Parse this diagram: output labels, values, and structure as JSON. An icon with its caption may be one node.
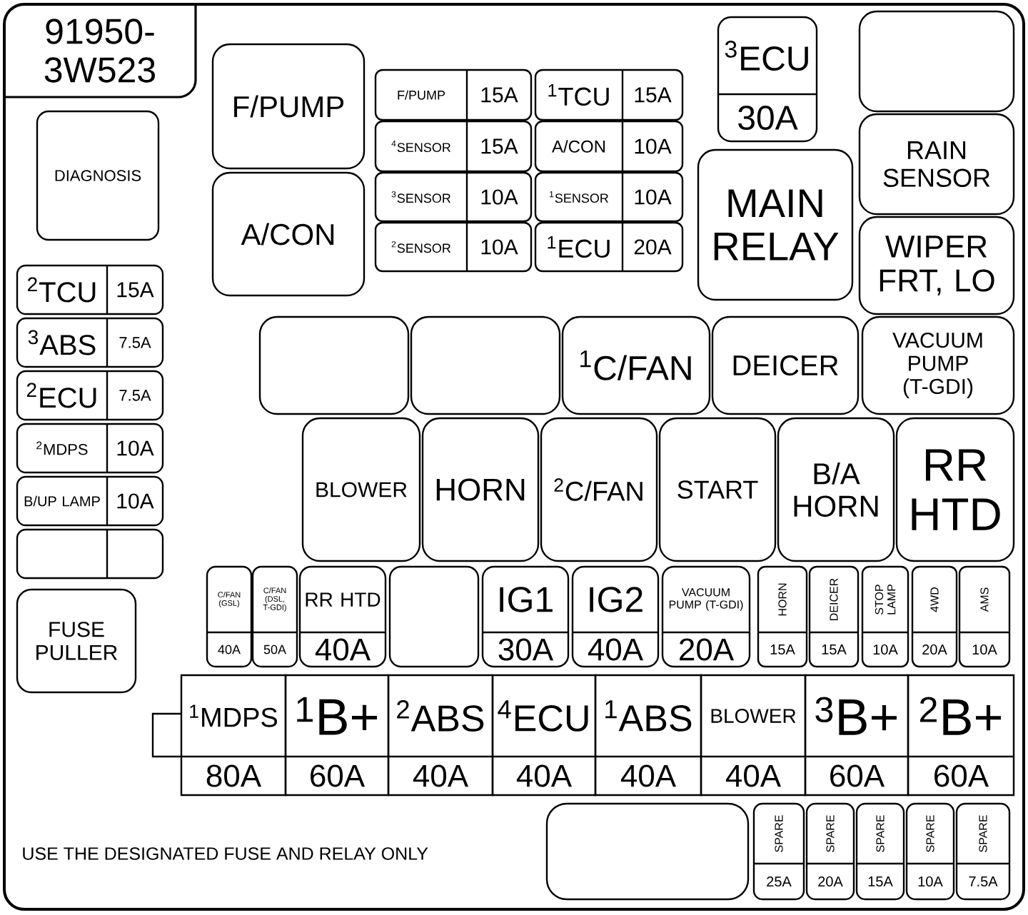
{
  "diagram": {
    "nodes": [
      {
        "text": [],
        "shape": "box"
      },
      {
        "text": [
          "91950-3W523"
        ],
        "in": 0
      },
      {
        "text": [
          "DIAGNOSIS"
        ],
        "in": 0
      },
      {
        "text": [
          "$^{2}$TCU",
          "15A"
        ],
        "in": 0
      },
      {
        "text": [
          "$^{3}$ABS",
          "7.5A"
        ],
        "in": 0
      },
      {
        "text": [
          "$^{2}$ECU",
          "7.5A"
        ],
        "in": 0
      },
      {
        "text": [
          "$^{2}$MDPS",
          "10A"
        ],
        "in": 0
      },
      {
        "text": [
          "B/UP LAMP",
          "10A"
        ],
        "in": 0
      },
      {
        "text": [],
        "shape": "box",
        "in": 0
      },
      {
        "text": [
          "FUSE PULLER"
        ],
        "in": 0
      },
      {
        "text": [
          "F/PUMP"
        ],
        "in": 0
      },
      {
        "text": [
          "A/CON"
        ],
        "in": 0
      },
      {
        "text": [
          "F/PUMP",
          "15A"
        ],
        "in": 0
      },
      {
        "text": [
          "$^{1}$TCU",
          "15A"
        ],
        "in": 0
      },
      {
        "text": [
          "$^{4}$SENSOR",
          "15A"
        ],
        "in": 0
      },
      {
        "text": [
          "A/CON",
          "10A"
        ],
        "in": 0
      },
      {
        "text": [
          "$^{3}$SENSOR",
          "10A"
        ],
        "in": 0
      },
      {
        "text": [
          "$^{1}$SENSOR",
          "10A"
        ],
        "in": 0
      },
      {
        "text": [
          "$^{2}$SENSOR",
          "10A"
        ],
        "in": 0
      },
      {
        "text": [
          "$^{1}$ECU",
          "20A"
        ],
        "in": 0
      },
      {
        "text": [
          "$^{3}$ECU",
          "30A"
        ],
        "in": 0
      },
      {
        "text": [],
        "shape": "box",
        "in": 0
      },
      {
        "text": [
          "MAIN RELAY"
        ],
        "in": 0
      },
      {
        "text": [
          "RAIN SENSOR"
        ],
        "in": 0
      },
      {
        "text": [
          "WIPER FRT, LO"
        ],
        "in": 0
      },
      {
        "text": [],
        "shape": "box",
        "in": 0
      },
      {
        "text": [],
        "shape": "box",
        "in": 0
      },
      {
        "text": [
          "$^{1}$C/FAN"
        ],
        "in": 0
      },
      {
        "text": [
          "DEICER"
        ],
        "in": 0
      },
      {
        "text": [
          "VACUUM PUMP (T-GDI)"
        ],
        "in": 0
      },
      {
        "text": [
          "BLOWER"
        ],
        "in": 0
      },
      {
        "text": [
          "HORN"
        ],
        "in": 0
      },
      {
        "text": [
          "$^{2}$C/FAN"
        ],
        "in": 0
      },
      {
        "text": [
          "START"
        ],
        "in": 0
      },
      {
        "text": [
          "B/A HORN"
        ],
        "in": 0
      },
      {
        "text": [
          "RR HTD"
        ],
        "in": 0
      },
      {
        "text": [
          "C/FAN (GSL)",
          "40A"
        ],
        "in": 0
      },
      {
        "text": [
          "C/FAN (DSL, T-GDI)",
          "50A"
        ],
        "in": 0
      },
      {
        "text": [
          "RR HTD",
          "40A"
        ],
        "in": 0
      },
      {
        "text": [],
        "shape": "box",
        "in": 0
      },
      {
        "text": [
          "IG1",
          "30A"
        ],
        "in": 0
      },
      {
        "text": [
          "IG2",
          "40A"
        ],
        "in": 0
      },
      {
        "text": [
          "VACUUM PUMP (T-GDI)",
          "20A"
        ],
        "in": 0
      },
      {
        "text": [
          "HORN",
          "15A"
        ],
        "in": 0
      },
      {
        "text": [
          "DEICER",
          "15A"
        ],
        "in": 0
      },
      {
        "text": [
          "STOP LAMP",
          "10A"
        ],
        "in": 0
      },
      {
        "text": [
          "4WD",
          "20A"
        ],
        "in": 0
      },
      {
        "text": [
          "AMS",
          "10A"
        ],
        "in": 0
      },
      {
        "text": [
          "$^{1}$MDPS",
          "80A"
        ],
        "in": 0
      },
      {
        "text": [
          "$^{1}$B+",
          "60A"
        ],
        "in": 0
      },
      {
        "text": [
          "$^{2}$ABS",
          "40A"
        ],
        "in": 0
      },
      {
        "text": [
          "$^{4}$ECU",
          "40A"
        ],
        "in": 0
      },
      {
        "text": [
          "$^{1}$ABS",
          "40A"
        ],
        "in": 0
      },
      {
        "text": [
          "BLOWER",
          "40A"
        ],
        "in": 0
      },
      {
        "text": [
          "$^{3}$B+",
          "60A"
        ],
        "in": 0
      },
      {
        "text": [
          "$^{2}$B+",
          "60A"
        ],
        "in": 0
      },
      {
        "text": [],
        "shape": "box",
        "in": 0
      },
      {
        "text": [
          "SPARE",
          "25A"
        ],
        "in": 0
      },
      {
        "text": [
          "SPARE",
          "20A"
        ],
        "in": 0
      },
      {
        "text": [
          "SPARE",
          "15A"
        ],
        "in": 0
      },
      {
        "text": [
          "SPARE",
          "10A"
        ],
        "in": 0
      },
      {
        "text": [
          "SPARE",
          "7.5A"
        ],
        "in": 0
      }
    ],
    "labels": [
      "USE THE DESIGNATED FUSE AND RELAY ONLY"
    ]
  }
}
